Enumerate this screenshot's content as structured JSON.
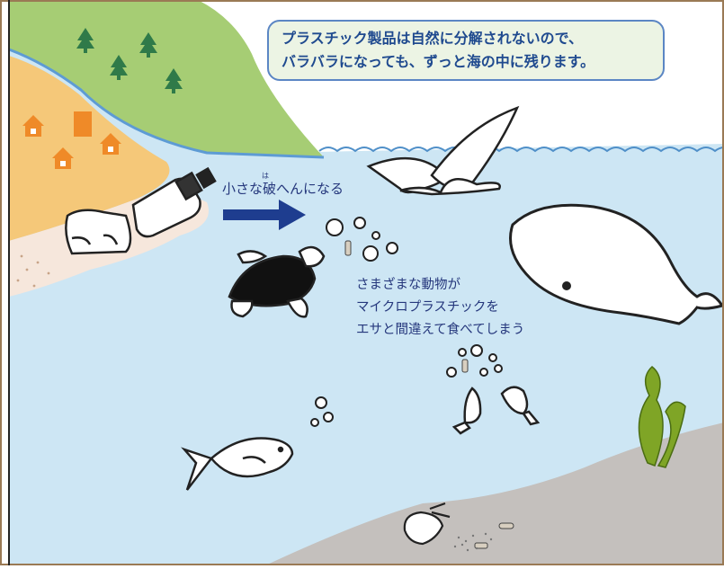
{
  "callout": {
    "line1": "プラスチック製品は自然に分解されないので、",
    "line2": "バラバラになっても、ずっと海の中に残ります。"
  },
  "labels": {
    "break_apart": "小さな破へんになる",
    "break_furigana": "は",
    "animals_line1": "さまざまな動物が",
    "animals_line2": "マイクロプラスチックを",
    "animals_line3": "エサと間違えて食べてしまう"
  },
  "colors": {
    "sea": "#cde6f4",
    "grass": "#a6cd74",
    "sand": "#f5c879",
    "beach": "#f6e7dc",
    "seabed": "#c4c0bd",
    "houses": "#ef8a28",
    "trees": "#2f7a49",
    "arrow": "#1e3d8f",
    "seaweed": "#7fa526",
    "frame": "#9a7a55",
    "text": "#25377c"
  },
  "icons": [
    "tree-icon",
    "house-icon",
    "plastic-bag-icon",
    "plastic-bottle-icon",
    "seagull-icon",
    "turtle-icon",
    "whale-icon",
    "fish-icon",
    "shrimp-icon",
    "seaweed-icon",
    "bubble-icon",
    "microplastic-icon",
    "arrow-right-icon"
  ]
}
